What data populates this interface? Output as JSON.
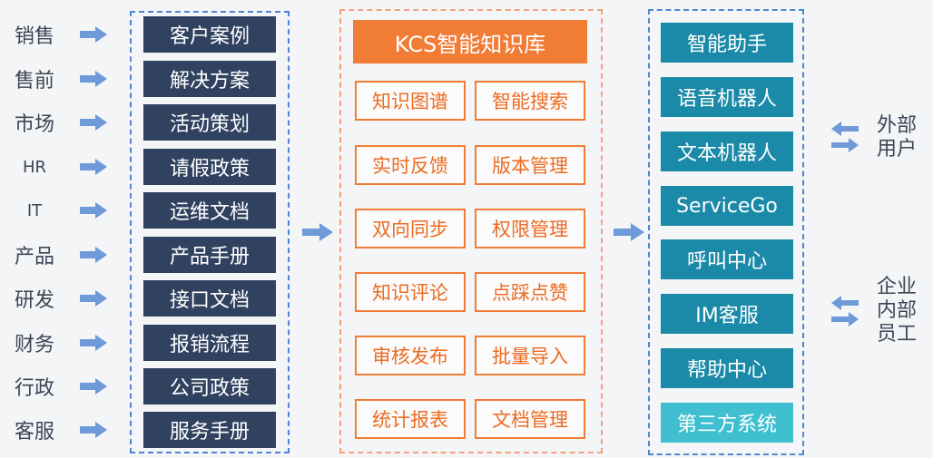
{
  "departments": [
    "销售",
    "售前",
    "市场",
    "HR",
    "IT",
    "产品",
    "研发",
    "财务",
    "行政",
    "客服"
  ],
  "content_items": [
    "客户案例",
    "解决方案",
    "活动策划",
    "请假政策",
    "运维文档",
    "产品手册",
    "接口文档",
    "报销流程",
    "公司政策",
    "服务手册"
  ],
  "kcs": {
    "title": "KCS智能知识库",
    "features": [
      "知识图谱",
      "智能搜索",
      "实时反馈",
      "版本管理",
      "双向同步",
      "权限管理",
      "知识评论",
      "点踩点赞",
      "审核发布",
      "批量导入",
      "统计报表",
      "文档管理"
    ]
  },
  "channels": [
    "智能助手",
    "语音机器人",
    "文本机器人",
    "ServiceGo",
    "呼叫中心",
    "IM客服",
    "帮助中心",
    "第三方系统"
  ],
  "audiences": {
    "external": [
      "外部",
      "用户"
    ],
    "internal": [
      "企业",
      "内部",
      "员工"
    ]
  },
  "colors": {
    "navy": "#314260",
    "orange": "#f07c36",
    "teal": "#1b8aa8",
    "teal_light": "#3fbfd0",
    "arrow": "#6e9ad8",
    "dash_blue": "#4f86d4"
  }
}
